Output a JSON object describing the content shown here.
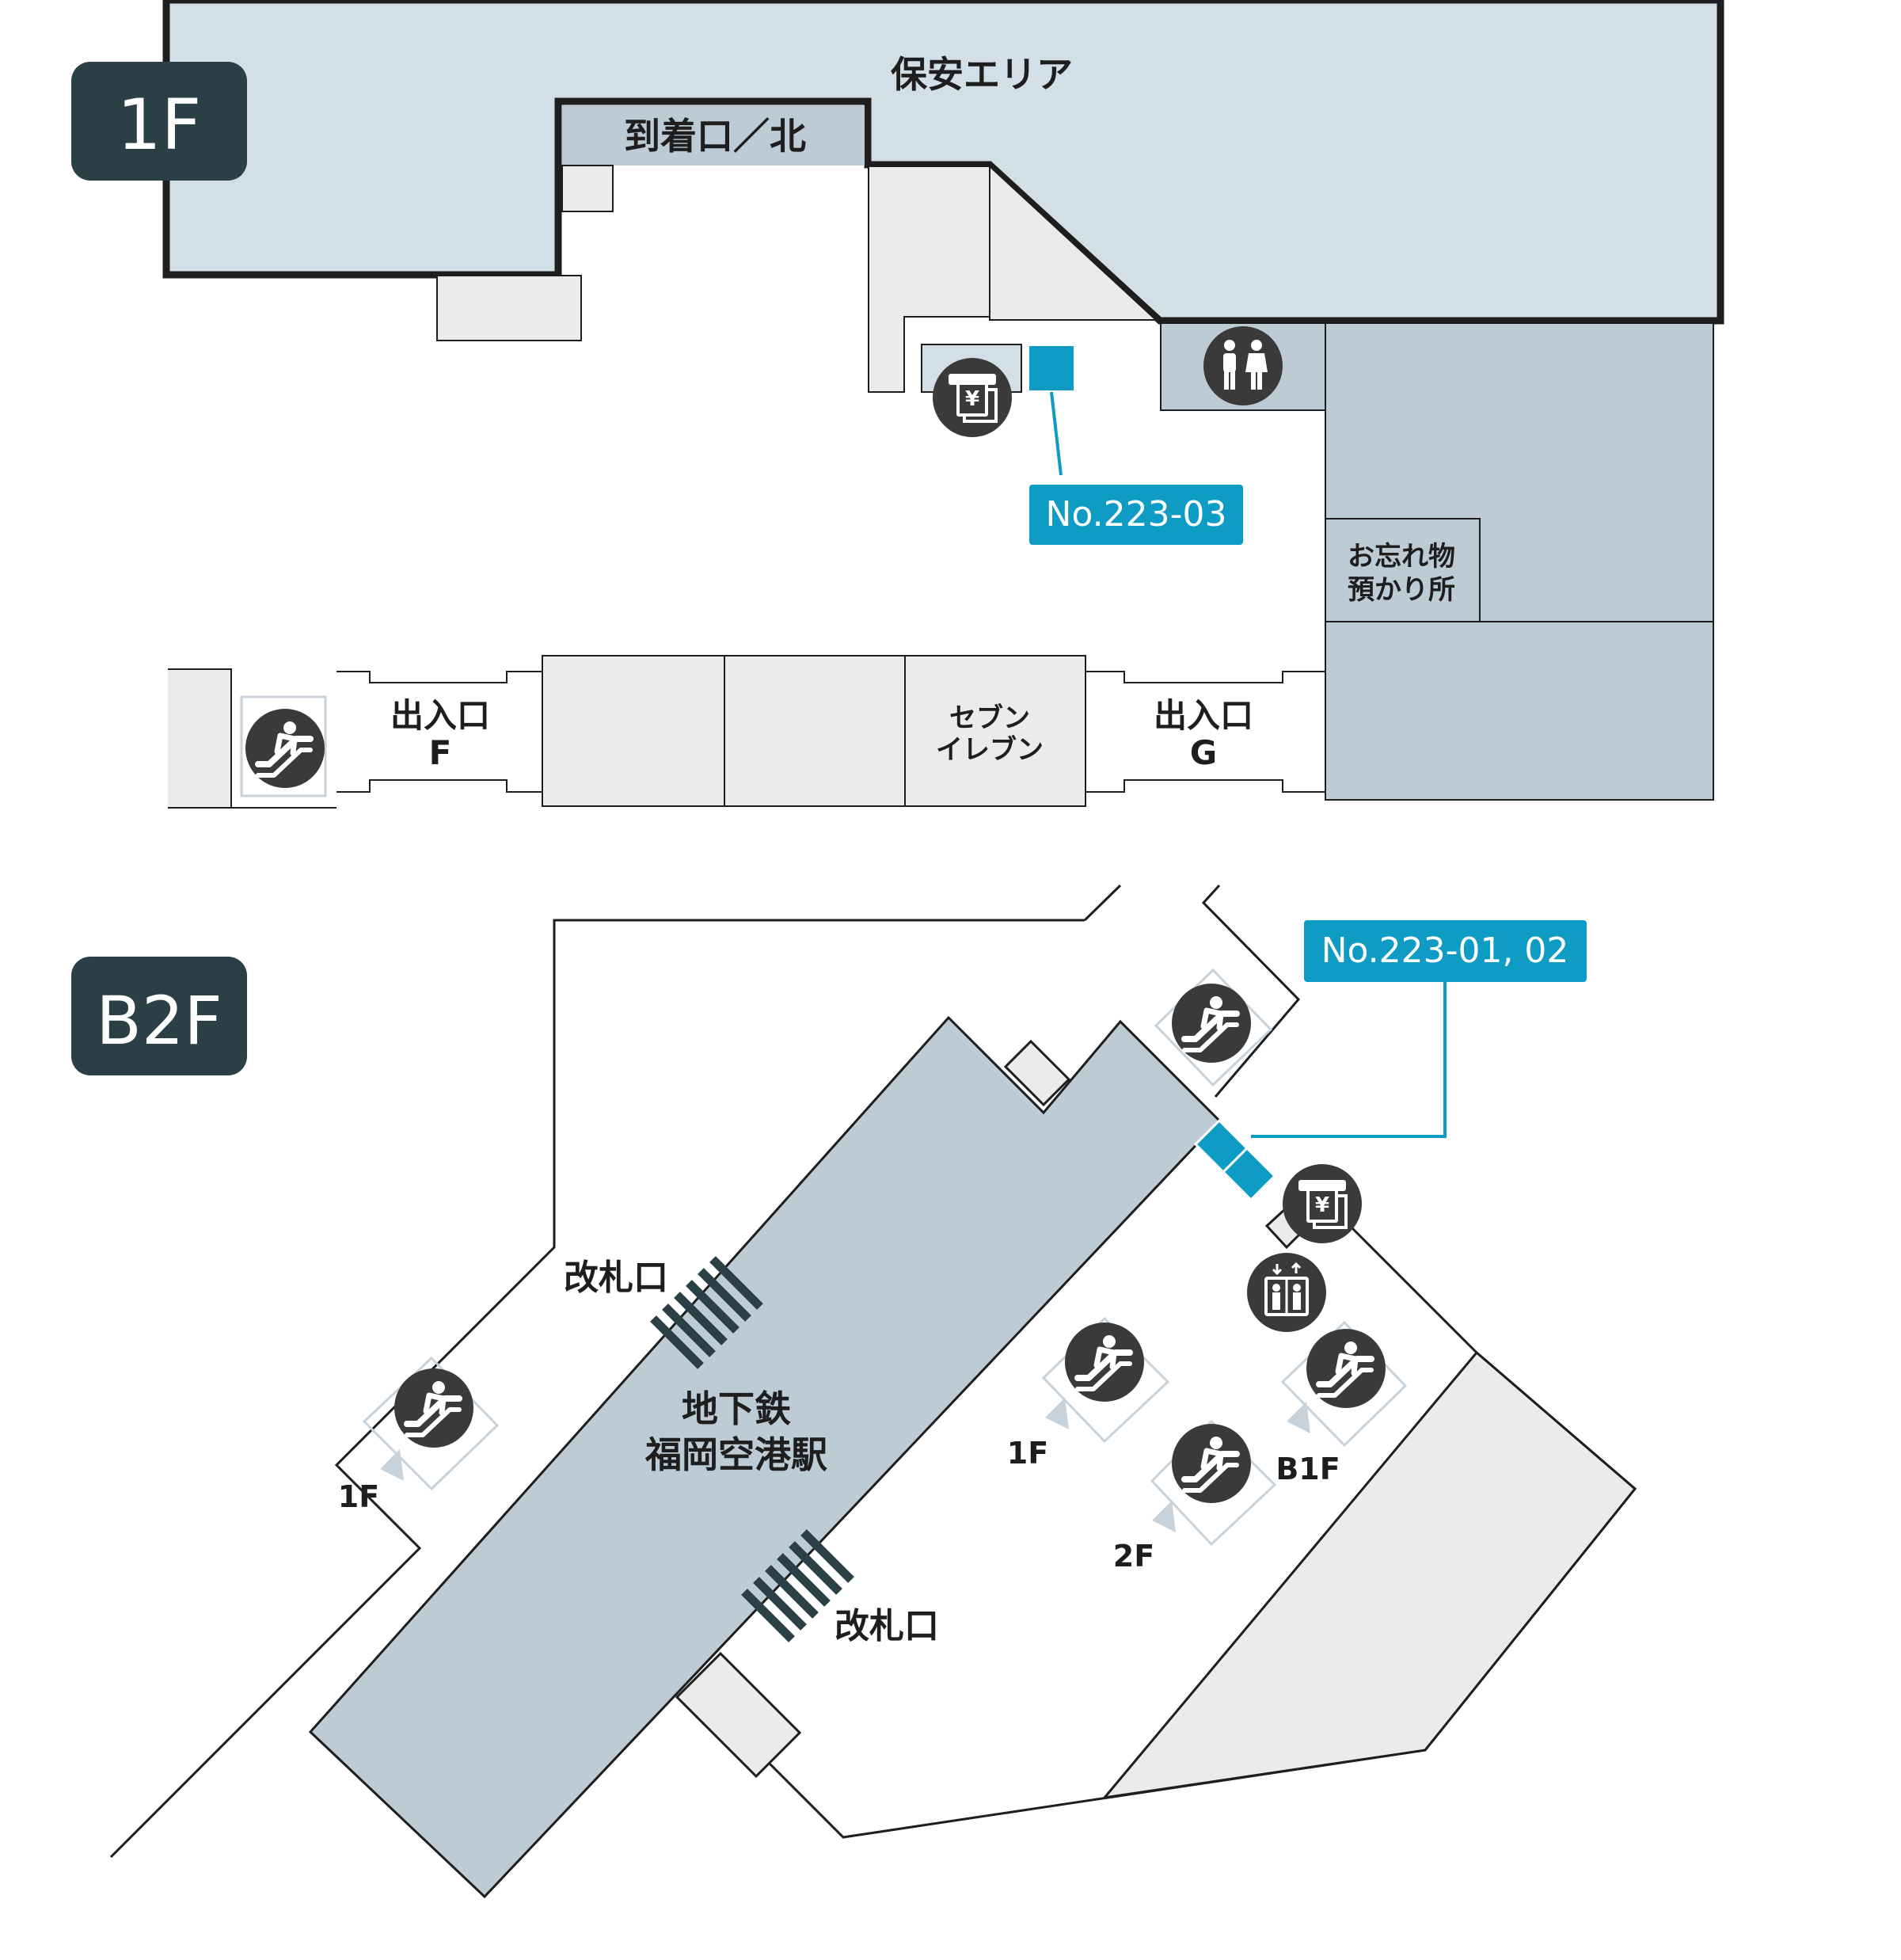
{
  "colors": {
    "security": "#d3dfe7",
    "zone_blue": "#bdcbd5",
    "shop_gray": "#ebebeb",
    "station": "#bdcbd5",
    "accent": "#0f9cc4",
    "badge": "#2b3f47",
    "icon_fill": "#3a3a3a",
    "line": "#1e1e1e"
  },
  "floor_1f": {
    "badge": "1F",
    "security_area": "保安エリア",
    "arrival_gate": "到着口／北",
    "lost_found": [
      "お忘れ物",
      "預かり所"
    ],
    "entrance_f": [
      "出入口",
      "F"
    ],
    "entrance_g": [
      "出入口",
      "G"
    ],
    "seven_eleven": [
      "セブン",
      "イレブン"
    ],
    "atm_callout": "No.223-03",
    "icons": [
      "atm-icon",
      "restroom-icon",
      "escalator-icon"
    ]
  },
  "floor_b2f": {
    "badge": "B2F",
    "atm_callout": "No.223-01, 02",
    "ticket_gate_1": "改札口",
    "ticket_gate_2": "改札口",
    "station_name": [
      "地下鉄",
      "福岡空港駅"
    ],
    "escalator_labels": {
      "left": "1F",
      "center": "1F",
      "right": "B1F",
      "bottom": "2F"
    },
    "icons": [
      "atm-icon",
      "elevator-icon",
      "escalator-icon"
    ]
  }
}
